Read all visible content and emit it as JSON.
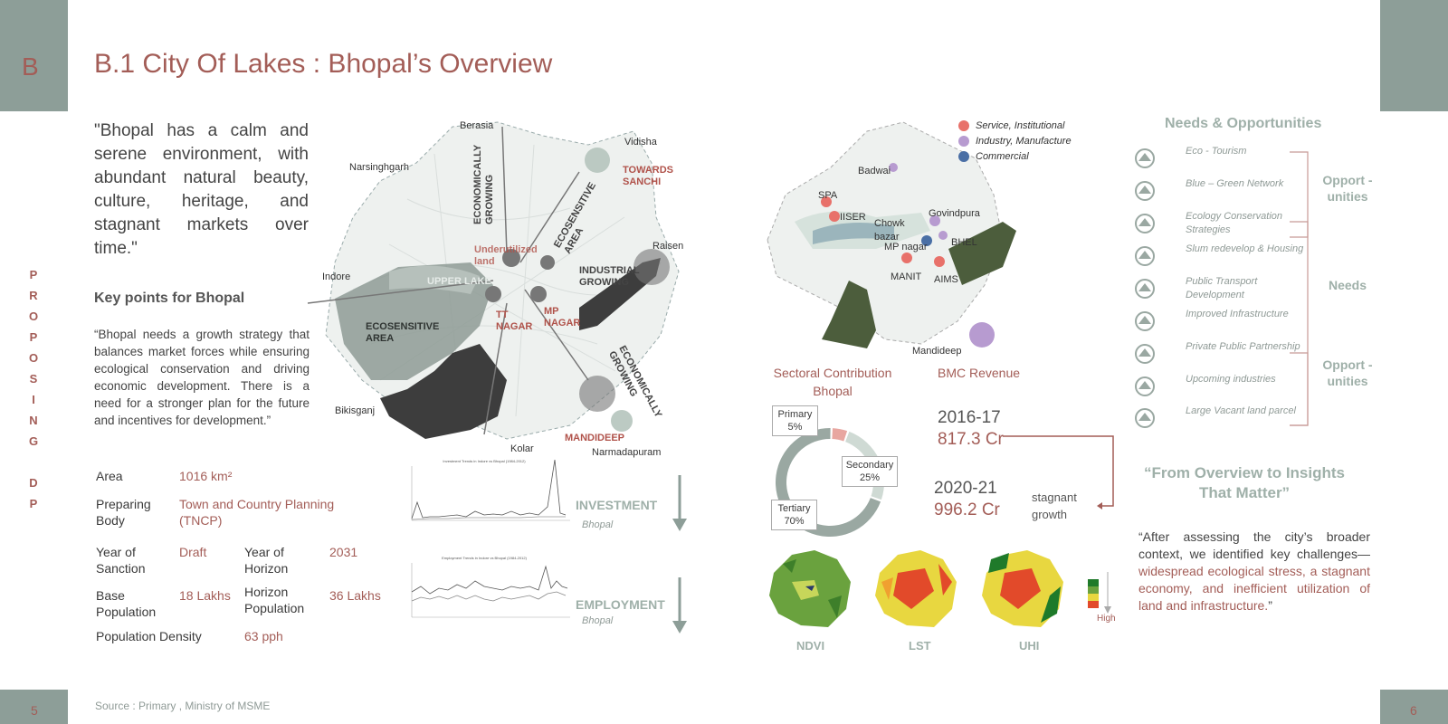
{
  "header": {
    "tab_letter": "B",
    "title": "B.1 City Of Lakes : Bhopal’s Overview"
  },
  "side_label": [
    "P",
    "R",
    "O",
    "P",
    "O",
    "S",
    "I",
    "N",
    "G",
    "",
    "D",
    "P"
  ],
  "quote": "\"Bhopal has a calm and serene environment, with abundant natural beauty, culture, heritage, and stagnant markets over time.\"",
  "key_points": {
    "heading": "Key points for Bhopal",
    "text": "“Bhopal needs a growth strategy that balances market forces while ensuring ecological conservation and driving economic development. There is a need for a stronger plan for the future and incentives for development.”"
  },
  "facts": {
    "area_label": "Area",
    "area_value": "1016 km²",
    "preparing_label": "Preparing Body",
    "preparing_value": "Town and Country Planning (TNCP)",
    "sanction_label": "Year of Sanction",
    "sanction_value": "Draft",
    "horizon_label": "Year of Horizon",
    "horizon_value": "2031",
    "base_pop_label": "Base Population",
    "base_pop_value": "18 Lakhs",
    "horizon_pop_label": "Horizon Population",
    "horizon_pop_value": "36 Lakhs",
    "density_label": "Population Density",
    "density_value": "63 pph"
  },
  "map1": {
    "places": {
      "berasia": "Berasia",
      "vidisha": "Vidisha",
      "narsinghgarh": "Narsinghgarh",
      "raisen": "Raisen",
      "indore": "Indore",
      "bikisganj": "Bikisganj",
      "kolar": "Kolar",
      "narmadapuram": "Narmadapuram"
    },
    "zones": {
      "econ_growing_n": "ECONOMICALLY GROWING",
      "ecosensitive_area_ne": "ECOSENSITIVE AREA",
      "towards_sanchi": "TOWARDS SANCHI",
      "underutilized": "Underutilized land",
      "upper_lake": "UPPER LAKE",
      "industrial": "INDUSTRIAL GROWING",
      "tt_nagar": "TT NAGAR",
      "mp_nagar": "MP NAGAR",
      "ecosensitive_area_w": "ECOSENSITIVE AREA",
      "econ_growing_se": "ECONOMICALLY GROWING",
      "mandideep": "MANDIDEEP"
    }
  },
  "trend_charts": {
    "investment_label": "INVESTMENT",
    "employment_label": "EMPLOYMENT",
    "bhopal_tag": "Bhopal",
    "investment_title": "Investment Trends in Indore vs Bhopal (1984-2012)",
    "employment_title": "Employment Trends in Indore vs Bhopal (1984-2012)"
  },
  "map2": {
    "legend": {
      "service": "Service, Institutional",
      "industry": "Industry, Manufacture",
      "commercial": "Commercial"
    },
    "places": {
      "badwai": "Badwai",
      "spa": "SPA",
      "iiser": "IISER",
      "chowk_bazar": "Chowk bazar",
      "govindpura": "Govindpura",
      "mp_nagar": "MP nagar",
      "bhel": "BHEL",
      "manit": "MANIT",
      "aiims": "AIMS",
      "mandideep": "Mandideep"
    },
    "colors": {
      "service": "#e8716a",
      "industry": "#b79bd0",
      "commercial": "#4a6fa5"
    }
  },
  "sectoral": {
    "title": "Sectoral Contribution Bhopal",
    "primary": "Primary 5%",
    "secondary": "Secondary 25%",
    "tertiary": "Tertiary 70%",
    "shares": [
      5,
      25,
      70
    ]
  },
  "revenue": {
    "title": "BMC Revenue",
    "year1": "2016-17",
    "value1": "817.3 Cr",
    "year2": "2020-21",
    "value2": "996.2 Cr",
    "note": "stagnant growth"
  },
  "indices": {
    "ndvi": "NDVI",
    "lst": "LST",
    "uhi": "UHI",
    "high": "High"
  },
  "needs": {
    "heading": "Needs & Opportunities",
    "items": [
      {
        "icon": "eco-tourism-icon",
        "label": "Eco - Tourism"
      },
      {
        "icon": "blue-green-icon",
        "label": "Blue – Green Network"
      },
      {
        "icon": "ecology-icon",
        "label": "Ecology Conservation Strategies"
      },
      {
        "icon": "housing-icon",
        "label": "Slum redevelop & Housing"
      },
      {
        "icon": "bus-icon",
        "label": "Public Transport Development"
      },
      {
        "icon": "infrastructure-icon",
        "label": "Improved Infrastructure"
      },
      {
        "icon": "handshake-icon",
        "label": "Private Public Partnership"
      },
      {
        "icon": "factory-icon",
        "label": "Upcoming industries"
      },
      {
        "icon": "land-parcel-icon",
        "label": "Large Vacant land parcel"
      }
    ],
    "group_top": "Opport -unities",
    "group_mid": "Needs",
    "group_bottom": "Opport -unities"
  },
  "insight": {
    "heading": "“From Overview to Insights That Matter”",
    "text_plain": "“After assessing the city’s broader context, we identified key challenges—",
    "text_highlight": "widespread ecological stress, a stagnant economy, and inefficient utilization of land and infrastructure.",
    "text_end": "”"
  },
  "footer": {
    "page_left": "5",
    "page_right": "6",
    "source": "Source : Primary , Ministry of MSME"
  }
}
